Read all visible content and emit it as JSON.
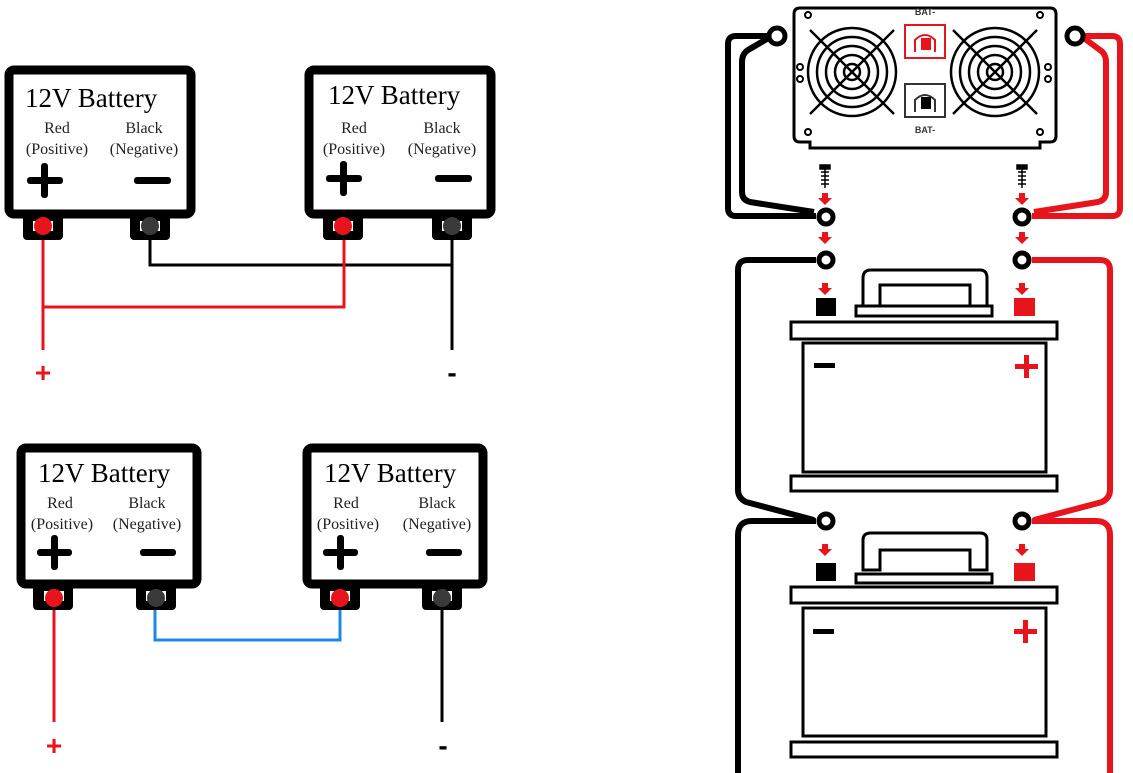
{
  "colors": {
    "positive": "#e8141b",
    "negative": "#000000",
    "series_link": "#1e88e5",
    "terminal_negative_fill": "#3a3a3a"
  },
  "parallel_diagram": {
    "description": "Parallel connection",
    "batteries": [
      {
        "title": "12V Battery",
        "pos_label_1": "Red",
        "pos_label_2": "(Positive)",
        "neg_label_1": "Black",
        "neg_label_2": "(Negative)",
        "pos_symbol": "+",
        "neg_symbol": "−"
      },
      {
        "title": "12V Battery",
        "pos_label_1": "Red",
        "pos_label_2": "(Positive)",
        "neg_label_1": "Black",
        "neg_label_2": "(Negative)",
        "pos_symbol": "+",
        "neg_symbol": "−"
      }
    ],
    "output_positive": "+",
    "output_negative": "-"
  },
  "series_diagram": {
    "description": "Series connection",
    "batteries": [
      {
        "title": "12V Battery",
        "pos_label_1": "Red",
        "pos_label_2": "(Positive)",
        "neg_label_1": "Black",
        "neg_label_2": "(Negative)",
        "pos_symbol": "+",
        "neg_symbol": "−"
      },
      {
        "title": "12V Battery",
        "pos_label_1": "Red",
        "pos_label_2": "(Positive)",
        "neg_label_1": "Black",
        "neg_label_2": "(Negative)",
        "pos_symbol": "+",
        "neg_symbol": "−"
      }
    ],
    "output_positive": "+",
    "output_negative": "-"
  },
  "inverter_diagram": {
    "inverter_top_label": "BAT-",
    "inverter_bottom_label": "BAT-",
    "battery_neg_symbol": "−",
    "battery_pos_symbol": "+"
  }
}
